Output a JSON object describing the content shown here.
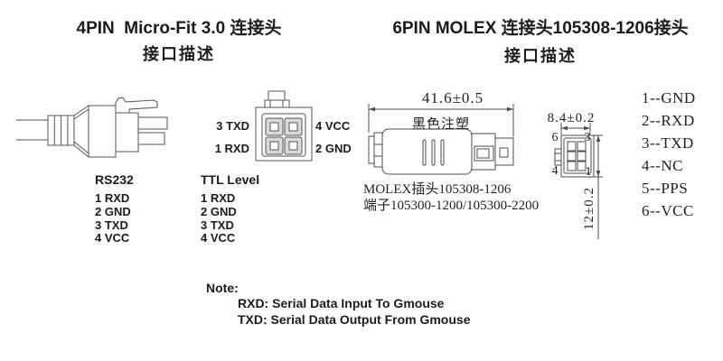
{
  "left_panel": {
    "title": "4PIN  Micro-Fit 3.0 连接头",
    "subtitle": "接口描述",
    "face_labels": {
      "pin3": "3 TXD",
      "pin1": "1 RXD",
      "pin4": "4 VCC",
      "pin2": "2 GND"
    },
    "rs232": {
      "header": "RS232",
      "pins": [
        "1 RXD",
        "2 GND",
        "3 TXD",
        "4 VCC"
      ]
    },
    "ttl": {
      "header": "TTL Level",
      "pins": [
        "1 RXD",
        "2 GND",
        "3 TXD",
        "4 VCC"
      ]
    }
  },
  "right_panel": {
    "title": "6PIN MOLEX 连接头105308-1206接头",
    "subtitle": "接口描述",
    "length_dim": "41.6±0.5",
    "width_dim": "8.4±0.2",
    "height_dim": "12±0.2",
    "material_label": "黑色注塑",
    "plug_model": "MOLEX插头105308-1206",
    "terminal_model": "端子105300-1200/105300-2200",
    "face_pins": {
      "top_left": "6",
      "top_right": "3",
      "bottom_left": "4",
      "bottom_right": "1"
    },
    "pinout": [
      "1--GND",
      "2--RXD",
      "3--TXD",
      "4--NC",
      "5--PPS",
      "6--VCC"
    ]
  },
  "note": {
    "header": "Note:",
    "lines": [
      "RXD: Serial Data Input To Gmouse",
      "TXD: Serial Data Output From Gmouse"
    ]
  },
  "colors": {
    "ink": "#1c1c1c",
    "line": "#4e4e4e",
    "hole_fill": "#d9d9d9"
  }
}
